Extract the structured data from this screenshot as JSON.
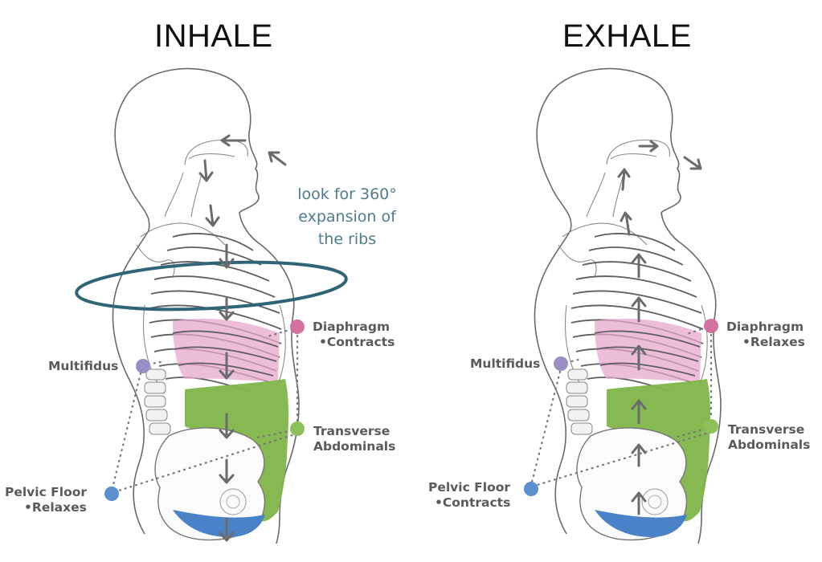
{
  "panels": [
    {
      "title": "INHALE",
      "note": [
        "look for 360°",
        "expansion of",
        "the ribs"
      ],
      "labels": {
        "diaphragm": {
          "name": "Diaphragm",
          "state": "•Contracts"
        },
        "transverse": {
          "name": "Transverse",
          "name2": "Abdominals"
        },
        "multifidus": {
          "name": "Multifidus"
        },
        "pelvic_floor": {
          "name": "Pelvic Floor",
          "state": "•Relaxes"
        }
      },
      "airflow": "in",
      "arrow_direction": "down"
    },
    {
      "title": "EXHALE",
      "labels": {
        "diaphragm": {
          "name": "Diaphragm",
          "state": "•Relaxes"
        },
        "transverse": {
          "name": "Transverse",
          "name2": "Abdominals"
        },
        "multifidus": {
          "name": "Multifidus"
        },
        "pelvic_floor": {
          "name": "Pelvic Floor",
          "state": "•Contracts"
        }
      },
      "airflow": "out",
      "arrow_direction": "up"
    }
  ],
  "colors": {
    "diaphragm": "#d4719f",
    "transverse": "#8dc25a",
    "multifidus": "#9b8ec4",
    "pelvic_floor": "#5b8fd0",
    "ellipse": "#2f6577",
    "note_text": "#4d7c8c",
    "diaphragm_fill": "#e7a8cb",
    "transverse_fill": "#7fb548",
    "pelvic_fill": "#4a82c8"
  }
}
